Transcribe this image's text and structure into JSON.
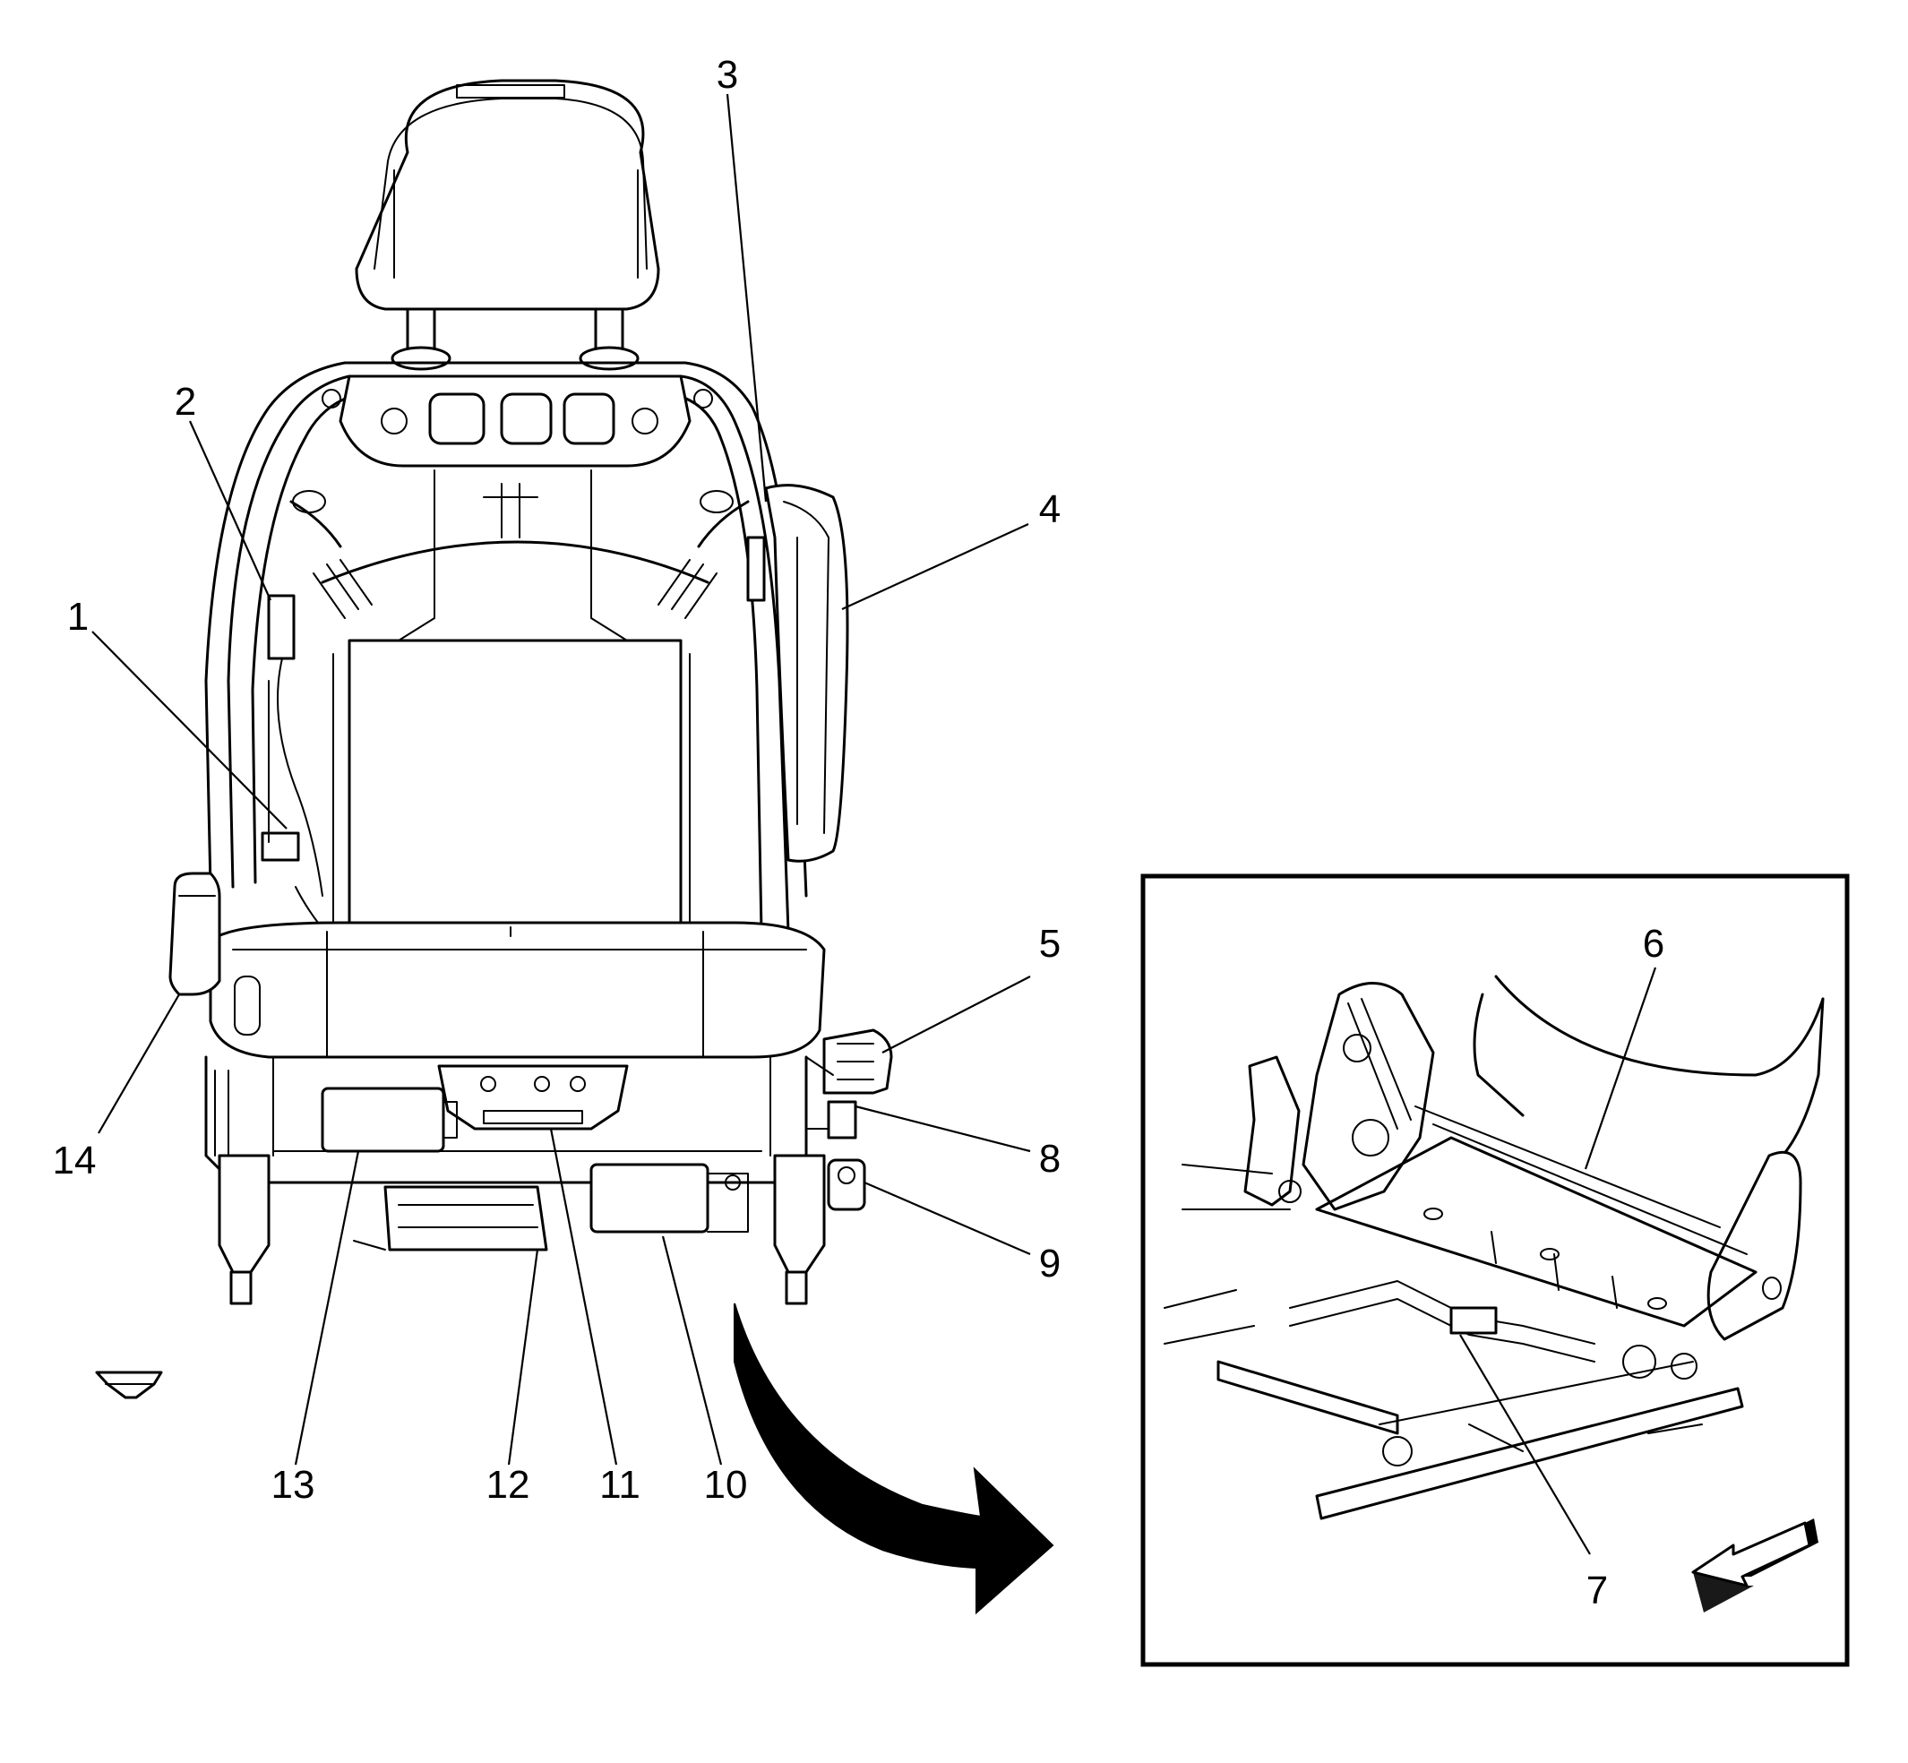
{
  "figure": {
    "callouts": [
      {
        "id": "1",
        "label": "1"
      },
      {
        "id": "2",
        "label": "2"
      },
      {
        "id": "3",
        "label": "3"
      },
      {
        "id": "4",
        "label": "4"
      },
      {
        "id": "5",
        "label": "5"
      },
      {
        "id": "6",
        "label": "6"
      },
      {
        "id": "7",
        "label": "7"
      },
      {
        "id": "8",
        "label": "8"
      },
      {
        "id": "9",
        "label": "9"
      },
      {
        "id": "10",
        "label": "10"
      },
      {
        "id": "11",
        "label": "11"
      },
      {
        "id": "12",
        "label": "12"
      },
      {
        "id": "13",
        "label": "13"
      },
      {
        "id": "14",
        "label": "14"
      }
    ],
    "colors": {
      "ink": "#000000",
      "paper": "#ffffff"
    },
    "icons": {
      "front_arrow_main": "direction-arrow-icon",
      "front_arrow_detail": "direction-arrow-icon",
      "view_transition": "curved-arrow-icon"
    }
  }
}
